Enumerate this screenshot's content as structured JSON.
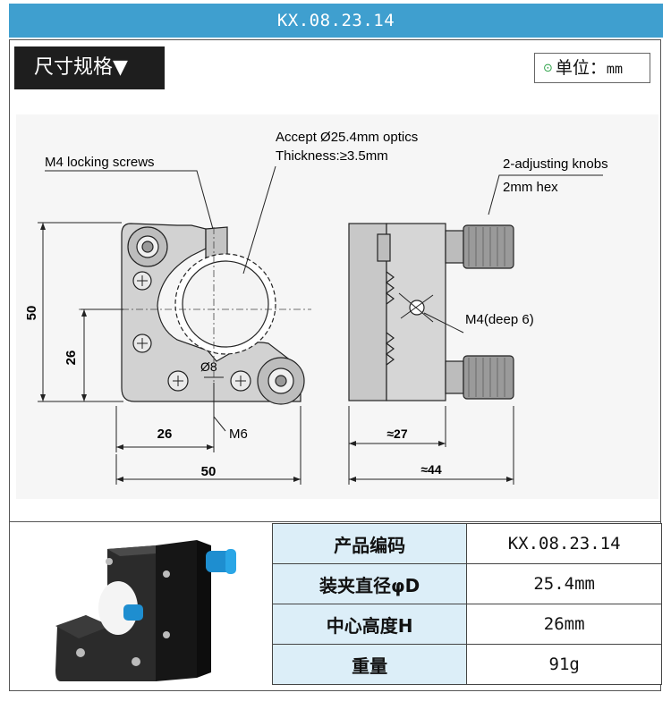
{
  "header": {
    "title": "KX.08.23.14"
  },
  "section": {
    "label": "尺寸规格▼"
  },
  "unit": {
    "label": "单位：",
    "value": "mm"
  },
  "drawing": {
    "callouts": {
      "accept_optics": "Accept Ø25.4mm optics",
      "thickness": "Thickness:≥3.5mm",
      "locking_screws": "M4 locking screws",
      "adjusting_knobs": "2-adjusting knobs",
      "hex": "2mm hex",
      "m4_deep": "M4(deep 6)",
      "hole_dia": "Ø8",
      "m6": "M6"
    },
    "dims": {
      "height_total": "50",
      "center_height": "26",
      "center_x": "26",
      "width_total": "50",
      "depth_27": "≈27",
      "depth_44": "≈44"
    }
  },
  "specs": {
    "rows": [
      {
        "key": "产品编码",
        "value": "KX.08.23.14"
      },
      {
        "key": "装夹直径φD",
        "value": "25.4mm"
      },
      {
        "key": "中心高度H",
        "value": "26mm"
      },
      {
        "key": "重量",
        "value": "91g"
      }
    ]
  },
  "colors": {
    "header": "#3f9fcf",
    "table_key_bg": "#dceef8",
    "badge": "#1e1e1e",
    "knob_blue": "#1e8ed0"
  }
}
